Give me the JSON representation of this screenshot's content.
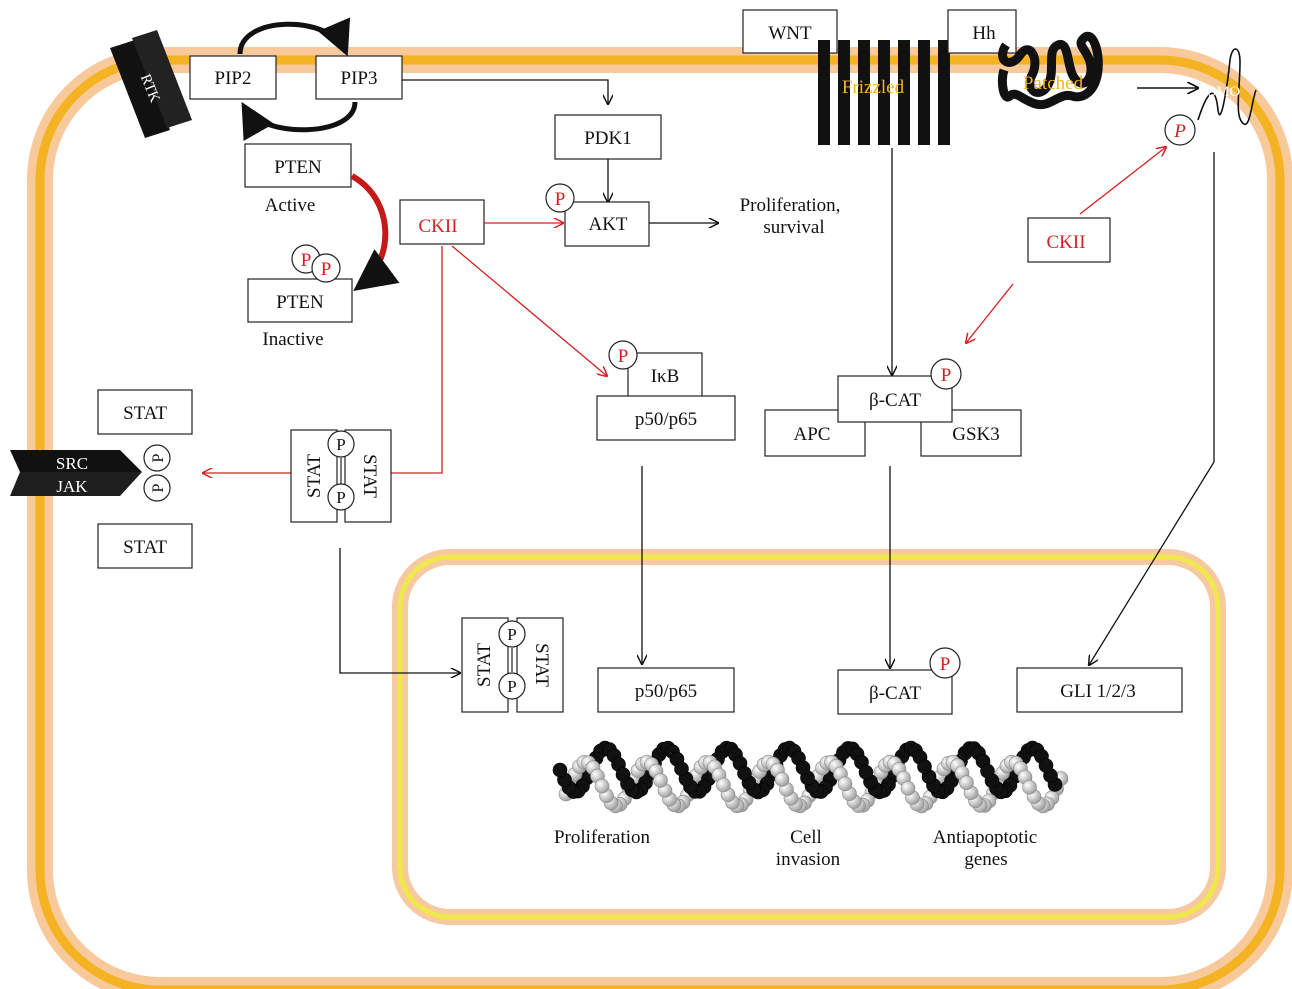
{
  "colors": {
    "membrane_outer": "#f8c99a",
    "membrane_inner": "#f4b323",
    "nucleus_outer": "#f6c9a0",
    "nucleus_inner": "#f0e84a",
    "inhibit_arrow": "#d42020",
    "text_red": "#d42020"
  },
  "membrane": {
    "rtk": "RTK",
    "frizzled": "Frizzled",
    "patched": "Patched",
    "smo": "SMO",
    "src": "SRC",
    "jak": "JAK"
  },
  "ligands": {
    "wnt": "WNT",
    "hh": "Hh"
  },
  "proteins": {
    "pip2": "PIP2",
    "pip3": "PIP3",
    "pdk1": "PDK1",
    "akt": "AKT",
    "pten_active": "PTEN",
    "pten_inactive": "PTEN",
    "ckii_left": "CKII",
    "ckii_right": "CKII",
    "ikb": "IκB",
    "p50p65_cyto": "p50/p65",
    "p50p65_nuc": "p50/p65",
    "bcat_cyto": "β-CAT",
    "bcat_nuc": "β-CAT",
    "apc": "APC",
    "gsk3": "GSK3",
    "stat_top": "STAT",
    "stat_bottom": "STAT",
    "stat_dimer_left": "STAT",
    "stat_dimer_right": "STAT",
    "stat_nuc_left": "STAT",
    "stat_nuc_right": "STAT",
    "gli": "GLI 1/2/3"
  },
  "states": {
    "active": "Active",
    "inactive": "Inactive"
  },
  "phospho": "P",
  "outcomes": {
    "prolif_survival_1": "Proliferation,",
    "prolif_survival_2": "survival",
    "proliferation": "Proliferation",
    "cell_invasion_1": "Cell",
    "cell_invasion_2": "invasion",
    "antiapoptotic_1": "Antiapoptotic",
    "antiapoptotic_2": "genes"
  }
}
